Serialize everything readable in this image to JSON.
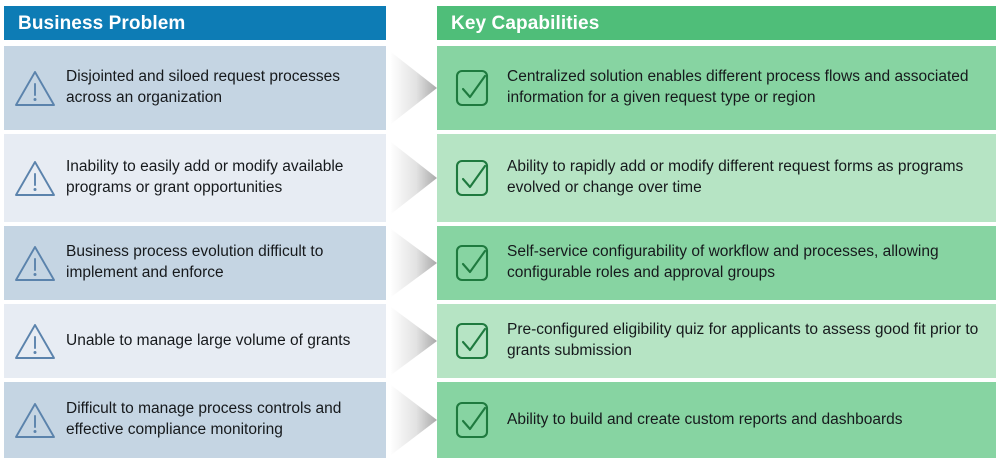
{
  "headers": {
    "left": {
      "label": "Business Problem",
      "color": "#0d7cb5"
    },
    "right": {
      "label": "Key Capabilities",
      "color": "#4fbe79"
    }
  },
  "colors": {
    "left_row_dark": "#c5d5e3",
    "left_row_light": "#e7ecf3",
    "right_row_dark": "#87d4a2",
    "right_row_light": "#b6e4c4",
    "warning_icon_stroke": "#5b83ac",
    "check_icon_stroke": "#1f7a3f",
    "arrow_gradient_start": "#fefefe",
    "arrow_gradient_end": "#a9a9a9",
    "text": "#16191c"
  },
  "left_column": {
    "icon": "warning-triangle-icon",
    "rows": [
      {
        "text": "Disjointed and siloed request processes across an organization"
      },
      {
        "text": "Inability to easily add or modify available programs or grant opportunities"
      },
      {
        "text": "Business process evolution difficult to implement and enforce"
      },
      {
        "text": "Unable to manage large volume of grants"
      },
      {
        "text": "Difficult to manage process controls and effective compliance monitoring"
      }
    ]
  },
  "right_column": {
    "icon": "check-square-icon",
    "rows": [
      {
        "text": "Centralized solution enables different process flows and associated information for a given request type or region"
      },
      {
        "text": "Ability to rapidly add or modify different request forms as programs evolved or change over time"
      },
      {
        "text": "Self-service configurability of workflow and processes, allowing configurable roles and approval groups"
      },
      {
        "text": "Pre-configured eligibility quiz for applicants to assess good fit prior to grants submission"
      },
      {
        "text": "Ability to build and create custom reports and dashboards"
      }
    ]
  },
  "arrows": {
    "icon": "chevron-right-arrow",
    "count": 5
  }
}
